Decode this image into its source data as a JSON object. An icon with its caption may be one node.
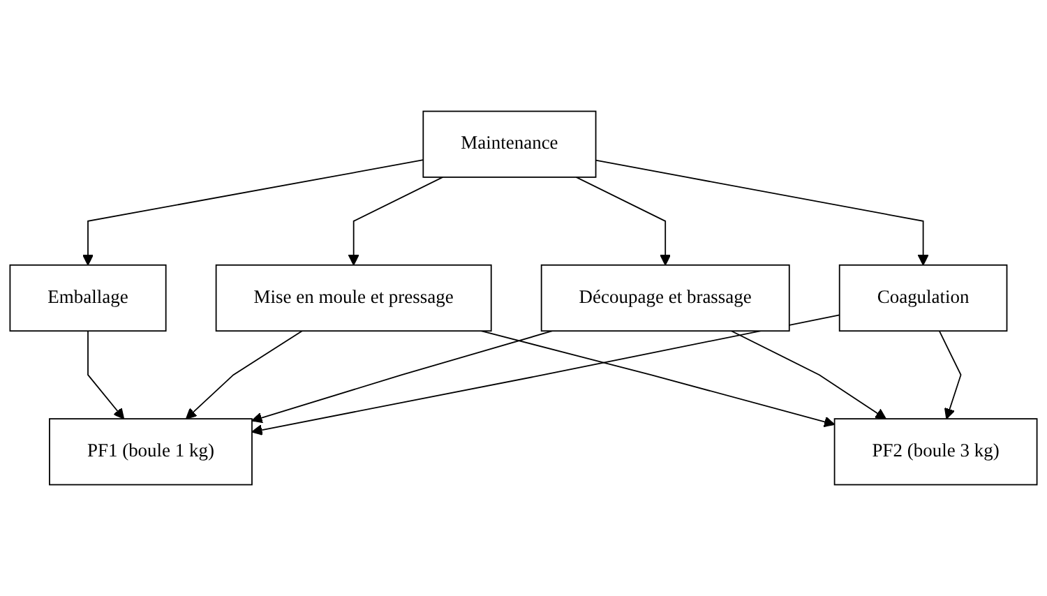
{
  "diagram": {
    "nodes": [
      {
        "text": [
          "Maintenance"
        ]
      },
      {
        "text": [
          "Coagulation"
        ]
      },
      {
        "text": [
          "Découpage et brassage"
        ]
      },
      {
        "text": [
          "Mise en moule et pressage"
        ]
      },
      {
        "text": [
          "Emballage"
        ]
      },
      {
        "text": [
          "PF1 (boule 1 kg)"
        ]
      },
      {
        "text": [
          "PF2 (boule 3 kg)"
        ]
      }
    ],
    "edges": [
      {
        "from": 0,
        "to": 1,
        "arrow": "to"
      },
      {
        "from": 0,
        "to": 2,
        "arrow": "to"
      },
      {
        "from": 0,
        "to": 3,
        "arrow": "to"
      },
      {
        "from": 0,
        "to": 4,
        "arrow": "to"
      },
      {
        "from": 1,
        "to": 5,
        "arrow": "to"
      },
      {
        "from": 1,
        "to": 6,
        "arrow": "to"
      },
      {
        "from": 2,
        "to": 5,
        "arrow": "to"
      },
      {
        "from": 2,
        "to": 6,
        "arrow": "to"
      },
      {
        "from": 3,
        "to": 5,
        "arrow": "to"
      },
      {
        "from": 3,
        "to": 6,
        "arrow": "to"
      },
      {
        "from": 4,
        "to": 5,
        "arrow": "to"
      }
    ]
  }
}
